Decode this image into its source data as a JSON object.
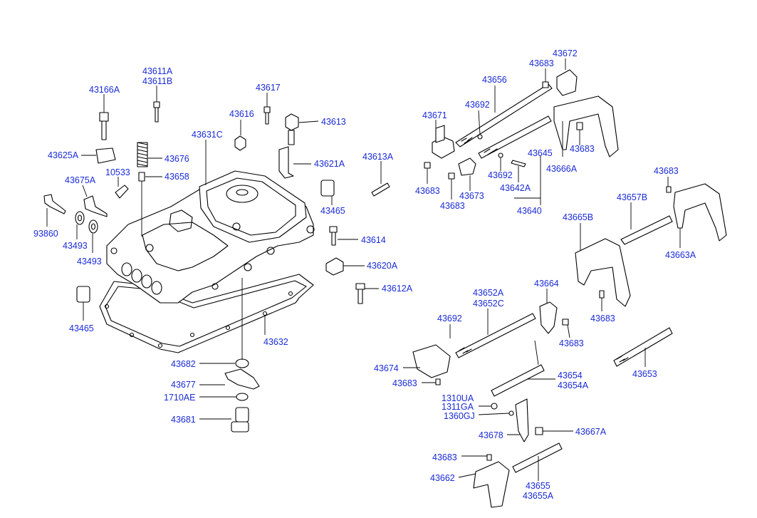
{
  "labels": {
    "p43166A": "43166A",
    "p43611A": "43611A",
    "p43611B": "43611B",
    "p43617": "43617",
    "p43616": "43616",
    "p43613": "43613",
    "p43631C": "43631C",
    "p43621A": "43621A",
    "p43613A": "43613A",
    "p43625A": "43625A",
    "p43676": "43676",
    "p10533": "10533",
    "p43658": "43658",
    "p43675A": "43675A",
    "p43465a": "43465",
    "p93860": "93860",
    "p43493a": "43493",
    "p43493b": "43493",
    "p43614": "43614",
    "p43620A": "43620A",
    "p43612A": "43612A",
    "p43465b": "43465",
    "p43632": "43632",
    "p43682": "43682",
    "p43677": "43677",
    "p1710AE": "1710AE",
    "p43681": "43681",
    "p43672": "43672",
    "p43683a": "43683",
    "p43656": "43656",
    "p43692a": "43692",
    "p43671": "43671",
    "p43683b": "43683",
    "p43645": "43645",
    "p43666A": "43666A",
    "p43692b": "43692",
    "p43642A": "43642A",
    "p43683c": "43683",
    "p43673": "43673",
    "p43683d": "43683",
    "p43640": "43640",
    "p43683e": "43683",
    "p43657B": "43657B",
    "p43665B": "43665B",
    "p43663A": "43663A",
    "p43664": "43664",
    "p43652A": "43652A",
    "p43652C": "43652C",
    "p43692c": "43692",
    "p43683f": "43683",
    "p43683g": "43683",
    "p43674": "43674",
    "p43683h": "43683",
    "p43654": "43654",
    "p43654A": "43654A",
    "p43653": "43653",
    "p1310UA": "1310UA",
    "p1311GA": "1311GA",
    "p1360GJ": "1360GJ",
    "p43678": "43678",
    "p43667A": "43667A",
    "p43683i": "43683",
    "p43662": "43662",
    "p43655": "43655",
    "p43655A": "43655A"
  },
  "colors": {
    "label": "#1a2bd6",
    "line": "#000000",
    "background": "#ffffff"
  }
}
